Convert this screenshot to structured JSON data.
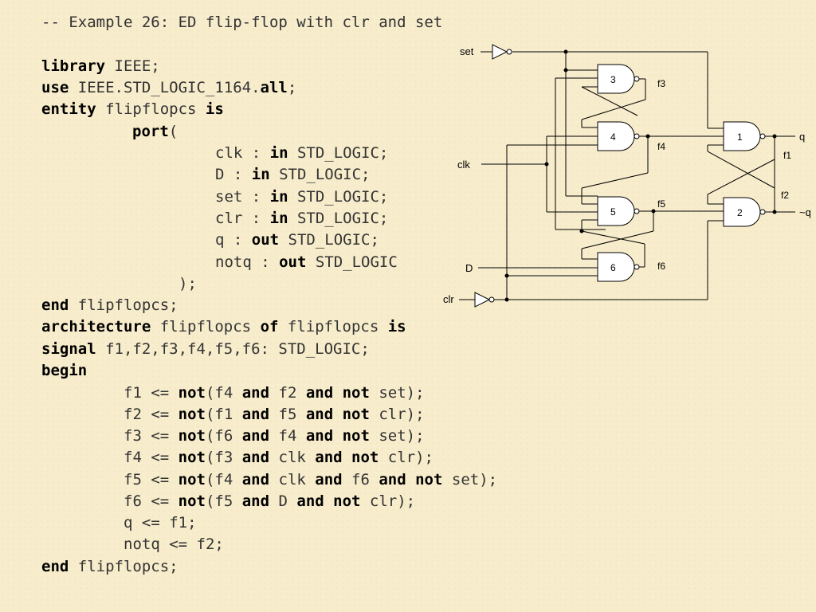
{
  "code": {
    "lines": [
      {
        "indent": 0,
        "tokens": [
          {
            "t": "-- Example 26: ED flip-flop with clr and set",
            "b": false
          }
        ]
      },
      {
        "indent": 0,
        "tokens": [
          {
            "t": "library",
            "b": true
          },
          {
            "t": " IEEE;",
            "b": false
          }
        ]
      },
      {
        "indent": 0,
        "tokens": [
          {
            "t": "use",
            "b": true
          },
          {
            "t": " IEEE.STD_LOGIC_1164.",
            "b": false
          },
          {
            "t": "all",
            "b": true
          },
          {
            "t": ";",
            "b": false
          }
        ]
      },
      {
        "indent": 0,
        "tokens": [
          {
            "t": "entity",
            "b": true
          },
          {
            "t": " flipflopcs ",
            "b": false
          },
          {
            "t": "is",
            "b": true
          }
        ]
      },
      {
        "indent": 1,
        "tokens": [
          {
            "t": "port",
            "b": true
          },
          {
            "t": "(",
            "b": false
          }
        ]
      },
      {
        "indent": 2,
        "tokens": [
          {
            "t": "clk : ",
            "b": false
          },
          {
            "t": "in",
            "b": true
          },
          {
            "t": " STD_LOGIC;",
            "b": false
          }
        ]
      },
      {
        "indent": 2,
        "tokens": [
          {
            "t": "D : ",
            "b": false
          },
          {
            "t": "in",
            "b": true
          },
          {
            "t": " STD_LOGIC;",
            "b": false
          }
        ]
      },
      {
        "indent": 2,
        "tokens": [
          {
            "t": "set : ",
            "b": false
          },
          {
            "t": "in",
            "b": true
          },
          {
            "t": " STD_LOGIC;",
            "b": false
          }
        ]
      },
      {
        "indent": 2,
        "tokens": [
          {
            "t": "clr : ",
            "b": false
          },
          {
            "t": "in",
            "b": true
          },
          {
            "t": " STD_LOGIC;",
            "b": false
          }
        ]
      },
      {
        "indent": 2,
        "tokens": [
          {
            "t": "q : ",
            "b": false
          },
          {
            "t": "out",
            "b": true
          },
          {
            "t": " STD_LOGIC;",
            "b": false
          }
        ]
      },
      {
        "indent": 2,
        "tokens": [
          {
            "t": "notq : ",
            "b": false
          },
          {
            "t": "out",
            "b": true
          },
          {
            "t": " STD_LOGIC",
            "b": false
          }
        ]
      },
      {
        "indent": 3,
        "tokens": [
          {
            "t": ");",
            "b": false
          }
        ]
      },
      {
        "indent": 0,
        "tokens": [
          {
            "t": "end",
            "b": true
          },
          {
            "t": " flipflopcs;",
            "b": false
          }
        ]
      },
      {
        "indent": 0,
        "tokens": [
          {
            "t": "architecture",
            "b": true
          },
          {
            "t": " flipflopcs ",
            "b": false
          },
          {
            "t": "of",
            "b": true
          },
          {
            "t": " flipflopcs ",
            "b": false
          },
          {
            "t": "is",
            "b": true
          }
        ]
      },
      {
        "indent": 0,
        "tokens": [
          {
            "t": "signal",
            "b": true
          },
          {
            "t": " f1,f2,f3,f4,f5,f6: STD_LOGIC;",
            "b": false
          }
        ]
      },
      {
        "indent": 0,
        "tokens": [
          {
            "t": "begin",
            "b": true
          }
        ]
      },
      {
        "indent": 4,
        "tokens": [
          {
            "t": "f1 <= ",
            "b": false
          },
          {
            "t": "not",
            "b": true
          },
          {
            "t": "(f4 ",
            "b": false
          },
          {
            "t": "and",
            "b": true
          },
          {
            "t": " f2 ",
            "b": false
          },
          {
            "t": "and not",
            "b": true
          },
          {
            "t": " set);",
            "b": false
          }
        ]
      },
      {
        "indent": 4,
        "tokens": [
          {
            "t": "f2 <= ",
            "b": false
          },
          {
            "t": "not",
            "b": true
          },
          {
            "t": "(f1 ",
            "b": false
          },
          {
            "t": "and",
            "b": true
          },
          {
            "t": " f5 ",
            "b": false
          },
          {
            "t": "and not",
            "b": true
          },
          {
            "t": " clr);",
            "b": false
          }
        ]
      },
      {
        "indent": 4,
        "tokens": [
          {
            "t": "f3 <= ",
            "b": false
          },
          {
            "t": "not",
            "b": true
          },
          {
            "t": "(f6 ",
            "b": false
          },
          {
            "t": "and",
            "b": true
          },
          {
            "t": " f4 ",
            "b": false
          },
          {
            "t": "and not",
            "b": true
          },
          {
            "t": " set);",
            "b": false
          }
        ]
      },
      {
        "indent": 4,
        "tokens": [
          {
            "t": "f4 <= ",
            "b": false
          },
          {
            "t": "not",
            "b": true
          },
          {
            "t": "(f3 ",
            "b": false
          },
          {
            "t": "and",
            "b": true
          },
          {
            "t": " clk ",
            "b": false
          },
          {
            "t": "and not",
            "b": true
          },
          {
            "t": " clr);",
            "b": false
          }
        ]
      },
      {
        "indent": 4,
        "tokens": [
          {
            "t": "f5 <= ",
            "b": false
          },
          {
            "t": "not",
            "b": true
          },
          {
            "t": "(f4 ",
            "b": false
          },
          {
            "t": "and",
            "b": true
          },
          {
            "t": " clk ",
            "b": false
          },
          {
            "t": "and",
            "b": true
          },
          {
            "t": " f6 ",
            "b": false
          },
          {
            "t": "and not",
            "b": true
          },
          {
            "t": " set);",
            "b": false
          }
        ]
      },
      {
        "indent": 4,
        "tokens": [
          {
            "t": "f6 <= ",
            "b": false
          },
          {
            "t": "not",
            "b": true
          },
          {
            "t": "(f5 ",
            "b": false
          },
          {
            "t": "and",
            "b": true
          },
          {
            "t": " D ",
            "b": false
          },
          {
            "t": "and not",
            "b": true
          },
          {
            "t": " clr);",
            "b": false
          }
        ]
      },
      {
        "indent": 4,
        "tokens": [
          {
            "t": "q <= f1;",
            "b": false
          }
        ]
      },
      {
        "indent": 4,
        "tokens": [
          {
            "t": "notq <= f2;",
            "b": false
          }
        ]
      },
      {
        "indent": 0,
        "tokens": [
          {
            "t": "end",
            "b": true
          },
          {
            "t": " flipflopcs;",
            "b": false
          }
        ]
      }
    ]
  },
  "schematic": {
    "inputs": {
      "set": "set",
      "clk": "clk",
      "D": "D",
      "clr": "clr"
    },
    "outputs": {
      "q": "q",
      "notq": "~q"
    },
    "gate_numbers": [
      "1",
      "2",
      "3",
      "4",
      "5",
      "6"
    ],
    "signals": {
      "f1": "f1",
      "f2": "f2",
      "f3": "f3",
      "f4": "f4",
      "f5": "f5",
      "f6": "f6"
    }
  }
}
